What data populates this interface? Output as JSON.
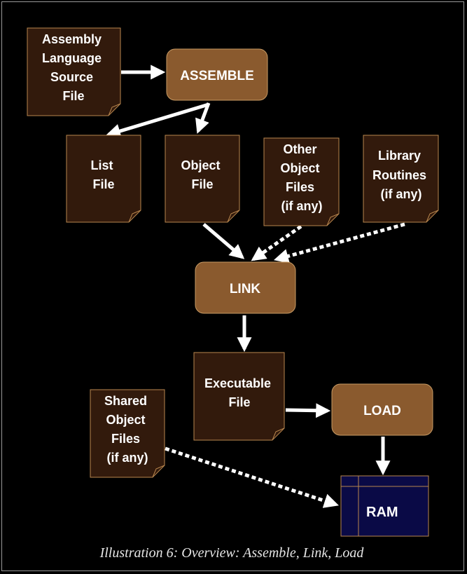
{
  "colors": {
    "background": "#000000",
    "document_fill": "#321a0c",
    "document_border": "#b8864e",
    "process_fill": "#8a5a2e",
    "process_border": "#c79a63",
    "ram_fill": "#0a0a46",
    "ram_border": "#b8864e",
    "arrow": "#ffffff",
    "text": "#ffffff"
  },
  "documents": {
    "source_file": [
      "Assembly",
      "Language",
      "Source",
      "File"
    ],
    "list_file": [
      "List",
      "File"
    ],
    "object_file": [
      "Object",
      "File"
    ],
    "other_object_files": [
      "Other",
      "Object",
      "Files",
      "(if any)"
    ],
    "library_routines": [
      "Library",
      "Routines",
      "(if any)"
    ],
    "executable_file": [
      "Executable",
      "File"
    ],
    "shared_object_files": [
      "Shared",
      "Object",
      "Files",
      "(if any)"
    ]
  },
  "processes": {
    "assemble": "ASSEMBLE",
    "link": "LINK",
    "load": "LOAD"
  },
  "memory": {
    "ram": "RAM"
  },
  "caption": "Illustration 6: Overview: Assemble, Link, Load"
}
